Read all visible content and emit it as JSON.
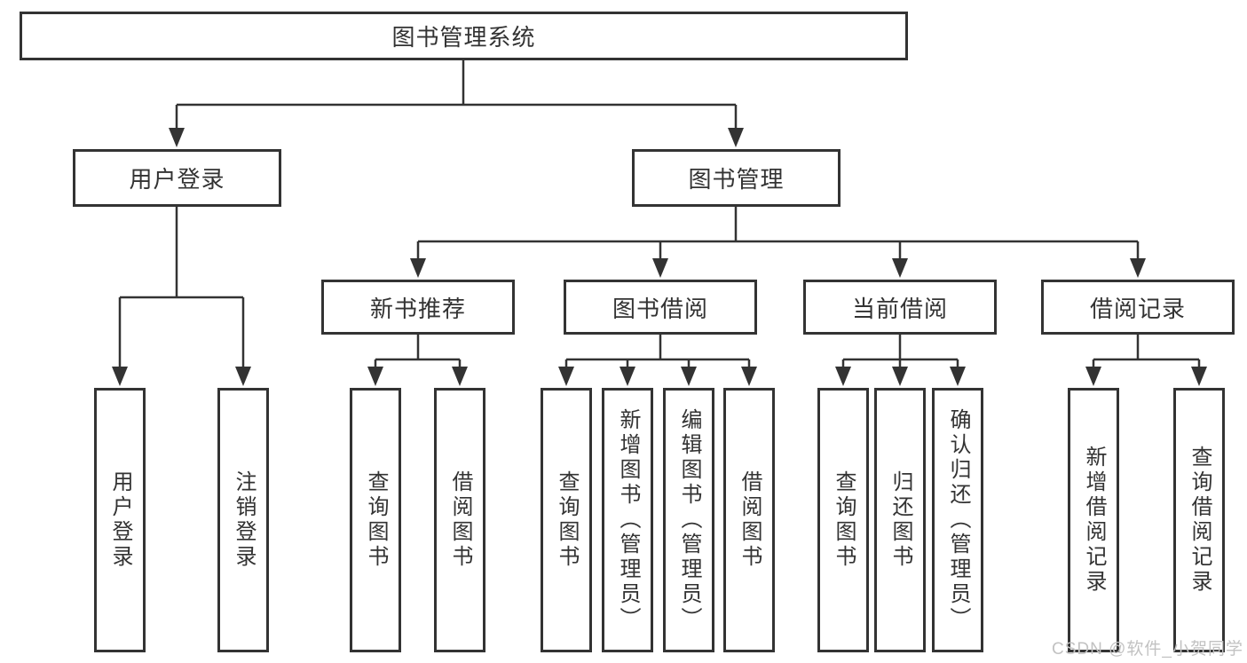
{
  "diagram": {
    "root": {
      "label": "图书管理系统"
    },
    "level2": [
      {
        "label": "用户登录"
      },
      {
        "label": "图书管理"
      }
    ],
    "level3": [
      {
        "label": "新书推荐"
      },
      {
        "label": "图书借阅"
      },
      {
        "label": "当前借阅"
      },
      {
        "label": "借阅记录"
      }
    ],
    "leaves": {
      "user_login": [
        "用户登录",
        "注销登录"
      ],
      "new_book_recommend": [
        "查询图书",
        "借阅图书"
      ],
      "book_borrow": [
        "查询图书",
        "新增图书（管理员）",
        "编辑图书（管理员）",
        "借阅图书"
      ],
      "current_borrow": [
        "查询图书",
        "归还图书",
        "确认归还（管理员）"
      ],
      "borrow_records": [
        "新增借阅记录",
        "查询借阅记录"
      ]
    }
  },
  "watermark": {
    "text": "CSDN @软件_小贺同学"
  },
  "colors": {
    "line": "#333333",
    "text": "#333333",
    "watermark": "#c2c2c2",
    "background": "#ffffff"
  }
}
